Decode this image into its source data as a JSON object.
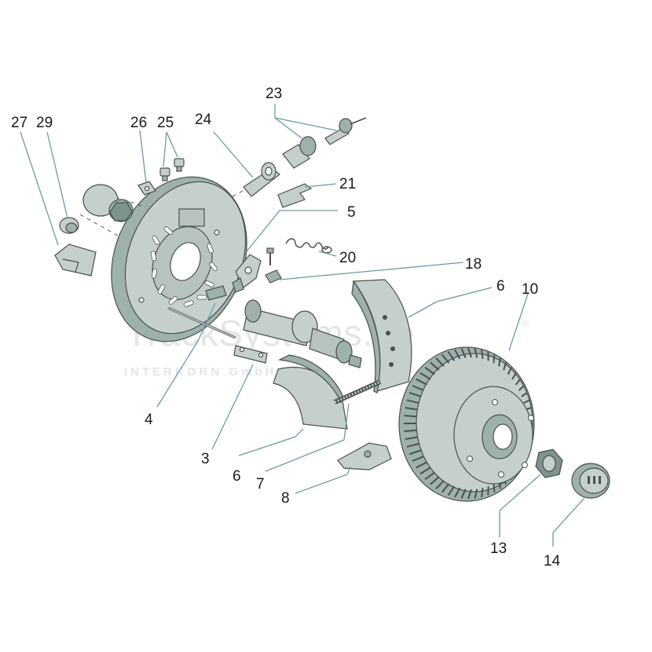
{
  "watermark": {
    "brand": "TrackSystems.de",
    "company": "INTERKORN GmbH",
    "registered_mark": "®"
  },
  "callouts": [
    {
      "id": "27",
      "text": "27",
      "part": "wheel-wedge"
    },
    {
      "id": "29",
      "text": "29",
      "part": "grease-cap-small"
    },
    {
      "id": "26",
      "text": "26",
      "part": "clip-plate"
    },
    {
      "id": "25",
      "text": "25",
      "part": "adjuster-bolts"
    },
    {
      "id": "24",
      "text": "24",
      "part": "lever"
    },
    {
      "id": "23",
      "text": "23",
      "part": "bowden-pin"
    },
    {
      "id": "21",
      "text": "21",
      "part": "spring-clip"
    },
    {
      "id": "5",
      "text": "5",
      "part": "expander-lever"
    },
    {
      "id": "20",
      "text": "20",
      "part": "return-spring"
    },
    {
      "id": "18",
      "text": "18",
      "part": "adjuster-nut"
    },
    {
      "id": "6a",
      "text": "6",
      "part": "brake-shoe-upper"
    },
    {
      "id": "10",
      "text": "10",
      "part": "brake-drum"
    },
    {
      "id": "4",
      "text": "4",
      "part": "axle-stub"
    },
    {
      "id": "3",
      "text": "3",
      "part": "link-plate"
    },
    {
      "id": "6b",
      "text": "6",
      "part": "brake-shoe-lower"
    },
    {
      "id": "7",
      "text": "7",
      "part": "adjuster-screw"
    },
    {
      "id": "8",
      "text": "8",
      "part": "expander-clip"
    },
    {
      "id": "13",
      "text": "13",
      "part": "hub-nut"
    },
    {
      "id": "14",
      "text": "14",
      "part": "dust-cap"
    }
  ],
  "colors": {
    "part_fill": "#c5d0cc",
    "part_shade": "#9eb1ac",
    "part_dark": "#7e938e",
    "outline": "#4a4f52",
    "leader": "#6a9aa6",
    "watermark": "#e2e6e8"
  }
}
